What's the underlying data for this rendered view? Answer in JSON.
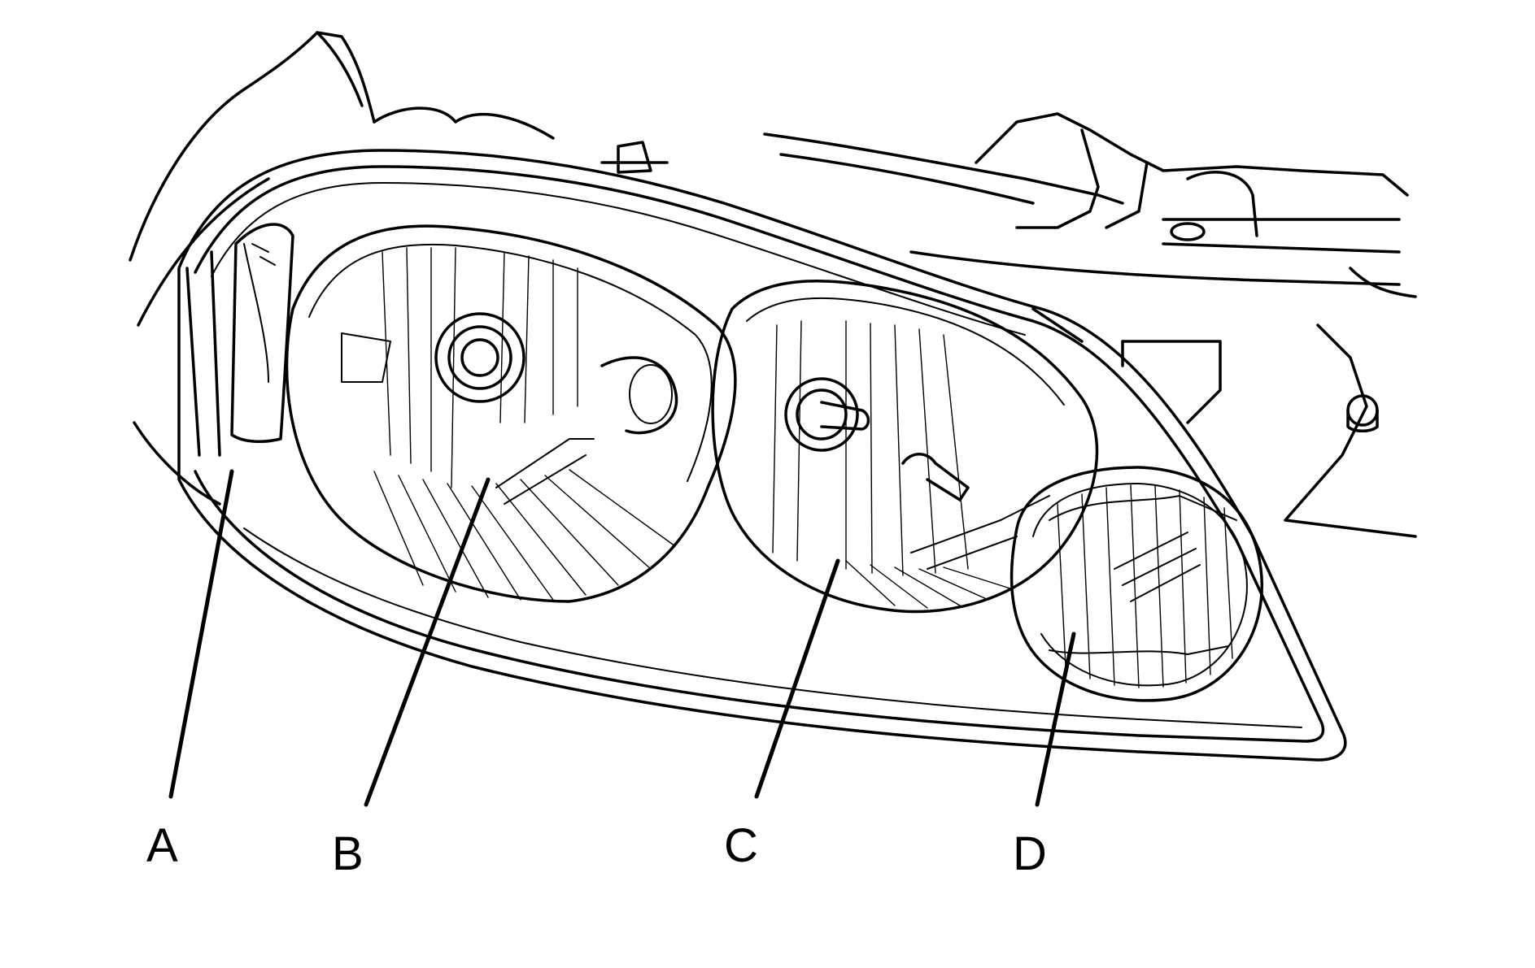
{
  "diagram": {
    "subject": "headlamp-assembly",
    "line_color": "#000000",
    "background": "#ffffff",
    "callouts": [
      {
        "id": "a",
        "label": "A"
      },
      {
        "id": "b",
        "label": "B"
      },
      {
        "id": "c",
        "label": "C"
      },
      {
        "id": "d",
        "label": "D"
      }
    ]
  }
}
